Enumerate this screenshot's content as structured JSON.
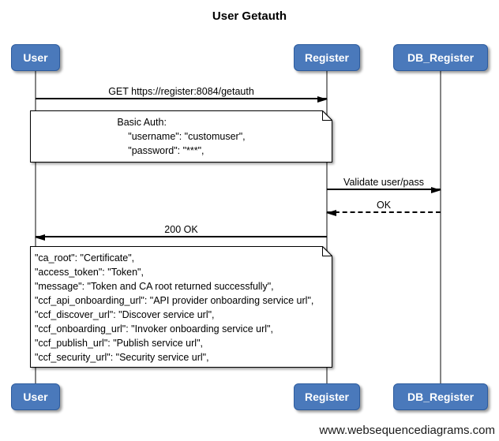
{
  "title": "User Getauth",
  "watermark": "www.websequencediagrams.com",
  "colors": {
    "background": "#ffffff",
    "actor_fill": "#4a79bb",
    "actor_border": "#2d5c9e",
    "actor_text": "#ffffff",
    "lifeline": "#848484",
    "message_line": "#000000",
    "note_fill": "#ffffff",
    "note_border": "#000000"
  },
  "actors": [
    {
      "name": "User"
    },
    {
      "name": "Register"
    },
    {
      "name": "DB_Register"
    }
  ],
  "messages": [
    {
      "label": "GET https://register:8084/getauth",
      "from": "User",
      "to": "Register",
      "line": "solid"
    },
    {
      "label": "Validate user/pass",
      "from": "Register",
      "to": "DB_Register",
      "line": "solid"
    },
    {
      "label": "OK",
      "from": "DB_Register",
      "to": "Register",
      "line": "dashed"
    },
    {
      "label": "200 OK",
      "from": "Register",
      "to": "User",
      "line": "solid"
    }
  ],
  "notes": [
    {
      "lines": [
        "Basic Auth:",
        "    \"username\": \"customuser\",",
        "    \"password\": \"***\","
      ]
    },
    {
      "lines": [
        "\"ca_root\": \"Certificate\",",
        "\"access_token\": \"Token\",",
        "\"message\": \"Token and CA root returned successfully\",",
        "\"ccf_api_onboarding_url\": \"API provider onboarding service url\",",
        "\"ccf_discover_url\": \"Discover service url\",",
        "\"ccf_onboarding_url\": \"Invoker onboarding service url\",",
        "\"ccf_publish_url\": \"Publish service url\",",
        "\"ccf_security_url\": \"Security service url\","
      ]
    }
  ]
}
